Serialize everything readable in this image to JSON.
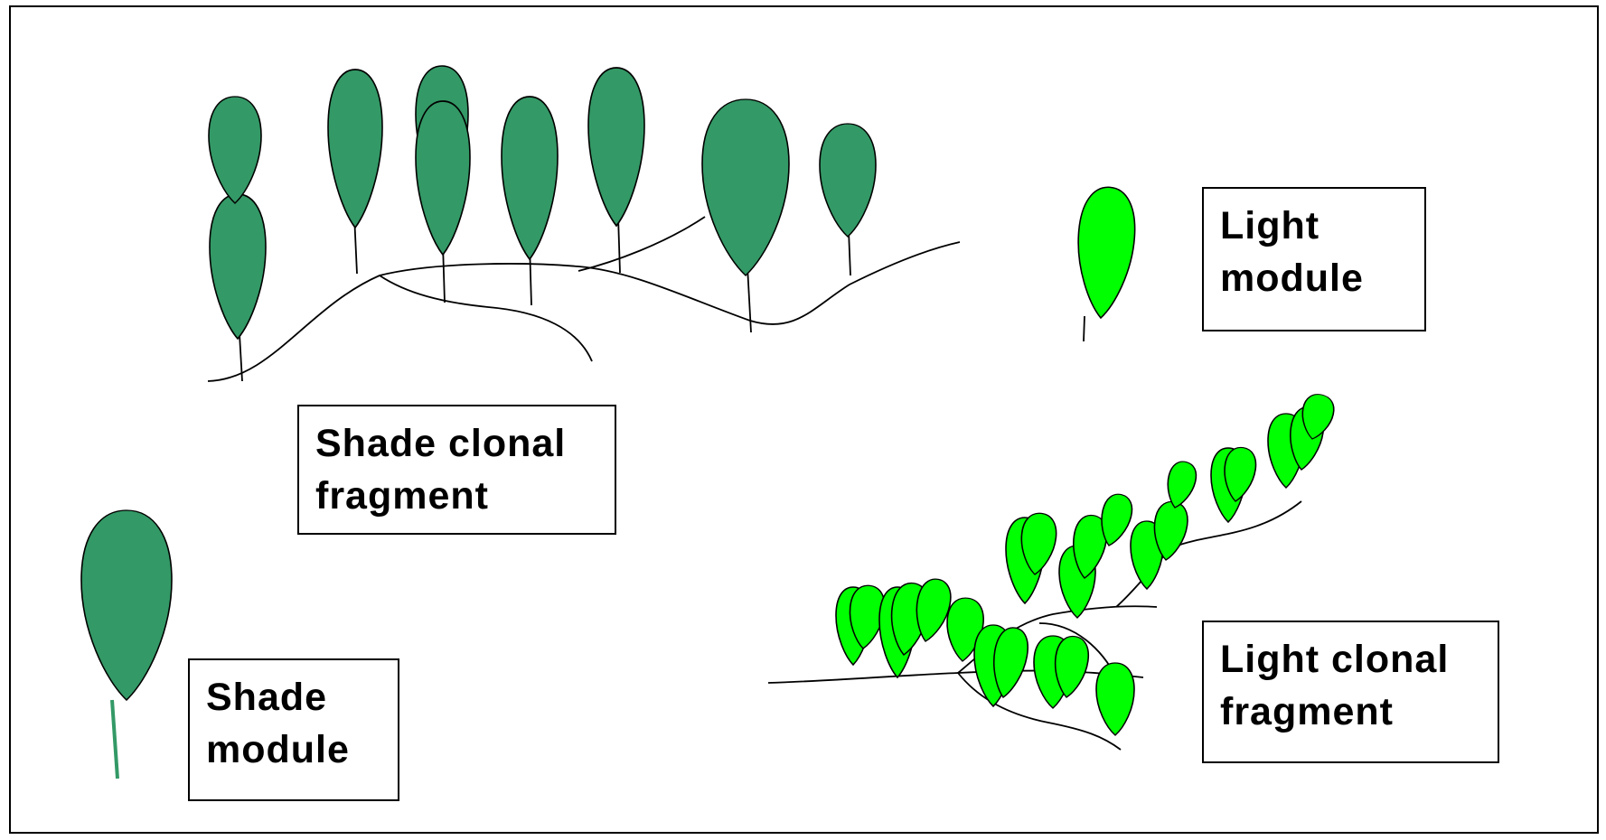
{
  "labels": {
    "shade_clonal_fragment": [
      "Shade clonal",
      "fragment"
    ],
    "shade_module": [
      "Shade",
      "module"
    ],
    "light_module": [
      "Light",
      "module"
    ],
    "light_clonal_fragment": [
      "Light clonal",
      "fragment"
    ]
  },
  "colors": {
    "shade_leaf": "#339966",
    "light_leaf": "#00ff00",
    "stem": "#000000",
    "frame": "#000000",
    "background": "#ffffff"
  },
  "icons": {
    "shade_leaf": "dark-green-leaf-icon",
    "light_leaf": "bright-green-leaf-icon"
  }
}
